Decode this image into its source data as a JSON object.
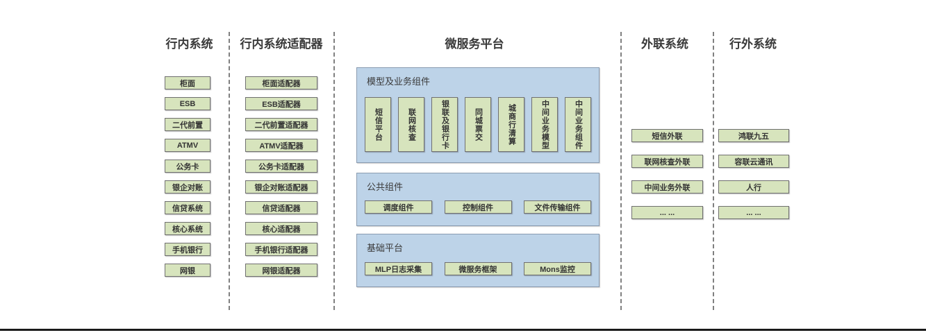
{
  "titles": {
    "internal": "行内系统",
    "adapters": "行内系统适配器",
    "platform": "微服务平台",
    "external": "外联系统",
    "outer": "行外系统"
  },
  "internal_items": [
    "柜面",
    "ESB",
    "二代前置",
    "ATMV",
    "公务卡",
    "银企对账",
    "信贷系统",
    "核心系统",
    "手机银行",
    "网银"
  ],
  "adapter_items": [
    "柜面适配器",
    "ESB适配器",
    "二代前置适配器",
    "ATMV适配器",
    "公务卡适配器",
    "银企对账适配器",
    "信贷适配器",
    "核心适配器",
    "手机银行适配器",
    "网银适配器"
  ],
  "platform_sections": {
    "models": {
      "label": "模型及业务组件",
      "items": [
        "短信平台",
        "联网核查",
        "银联及银行卡",
        "同城票交",
        "城商行清算",
        "中间业务模型",
        "中间业务组件"
      ]
    },
    "common": {
      "label": "公共组件",
      "items": [
        "调度组件",
        "控制组件",
        "文件传输组件"
      ]
    },
    "base": {
      "label": "基础平台",
      "items": [
        "MLP日志采集",
        "微服务框架",
        "Mons监控"
      ]
    }
  },
  "external_items": [
    "短信外联",
    "联网核查外联",
    "中间业务外联",
    "... ..."
  ],
  "outer_items": [
    "鸿联九五",
    "容联云通讯",
    "人行",
    "... ..."
  ],
  "colors": {
    "green_fill": "#d7e4bd",
    "blue_fill": "#bdd3e8",
    "box_border": "#6f6f6f",
    "blue_border": "#8a9bb0",
    "separator": "#7f7f7f",
    "bottom_line": "#1a1a1a",
    "text": "#3a3a3a"
  }
}
